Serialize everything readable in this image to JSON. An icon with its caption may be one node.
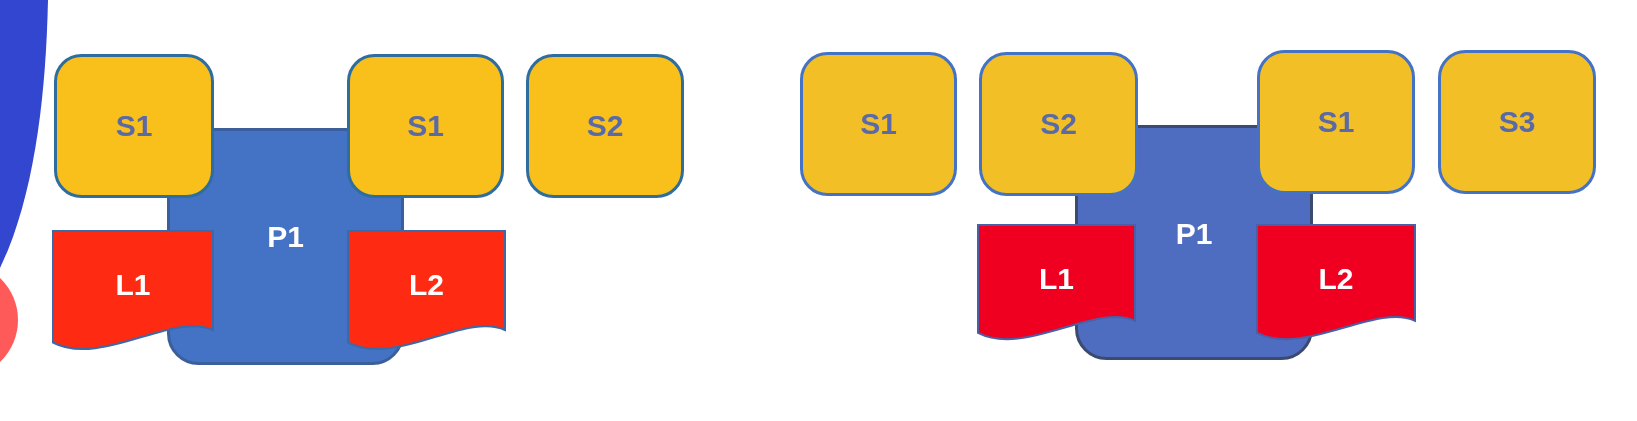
{
  "diagram": {
    "nodes": [
      {
        "text": [
          "S1"
        ]
      },
      {
        "text": [
          "S1"
        ]
      },
      {
        "text": [
          "S2"
        ]
      },
      {
        "text": [
          "P1"
        ]
      },
      {
        "text": [
          "L1"
        ]
      },
      {
        "text": [
          "L2"
        ]
      },
      {
        "text": [
          "S1"
        ]
      },
      {
        "text": [
          "S2"
        ]
      },
      {
        "text": [
          "S1"
        ]
      },
      {
        "text": [
          "S3"
        ]
      },
      {
        "text": [
          "P1"
        ]
      },
      {
        "text": [
          "L1"
        ]
      },
      {
        "text": [
          "L2"
        ]
      }
    ]
  }
}
